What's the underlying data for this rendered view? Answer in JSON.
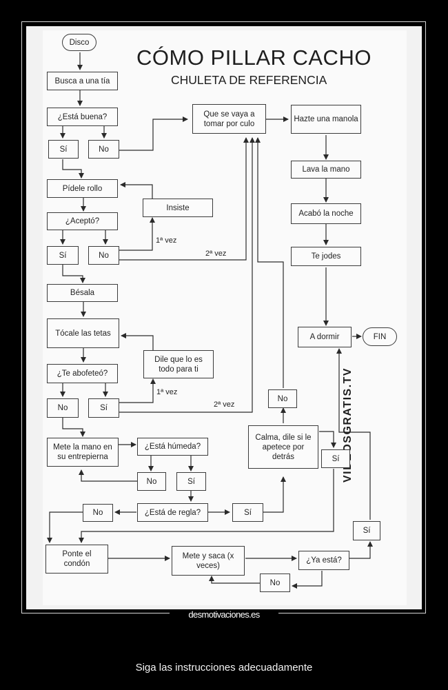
{
  "poster": {
    "title": "CÓMO PILLAR CACHO",
    "subtitle": "CHULETA DE REFERENCIA",
    "watermark": "VIDEOSGRATIS.TV",
    "nodes": {
      "disco": "Disco",
      "busca": "Busca a una tía",
      "esta_buena": "¿Está buena?",
      "si_1": "Sí",
      "no_1": "No",
      "pidele": "Pídele rollo",
      "insiste": "Insiste",
      "acepto": "¿Aceptó?",
      "si_2": "Sí",
      "no_2": "No",
      "besala": "Bésala",
      "tocale": "Tócale las tetas",
      "dile": "Dile que lo es todo para ti",
      "abofeteo": "¿Te abofeteó?",
      "no_3": "No",
      "si_3": "Sí",
      "mete_mano": "Mete la mano en su entrepierna",
      "humeda": "¿Está húmeda?",
      "no_4": "No",
      "si_4": "Sí",
      "no_5": "No",
      "regla": "¿Está de regla?",
      "si_5": "Sí",
      "ponte": "Ponte el condón",
      "mete_saca": "Mete y saca (x veces)",
      "ya_esta": "¿Ya está?",
      "no_6": "No",
      "si_6": "Sí",
      "que_se_vaya": "Que se vaya a tomar por culo",
      "hazte": "Hazte una manola",
      "lava": "Lava la mano",
      "acabo": "Acabó la noche",
      "te_jodes": "Te jodes",
      "a_dormir": "A dormir",
      "fin": "FIN",
      "calma": "Calma, dile si le apetece por detrás",
      "no_7": "No",
      "si_7": "Sí"
    },
    "edge_labels": {
      "primera_a": "1ª vez",
      "segunda_a": "2ª vez",
      "primera_b": "1ª vez",
      "segunda_b": "2ª vez"
    }
  },
  "site": {
    "brand": "desmotivaciones.es"
  },
  "caption": "Siga las instrucciones adecuadamente"
}
